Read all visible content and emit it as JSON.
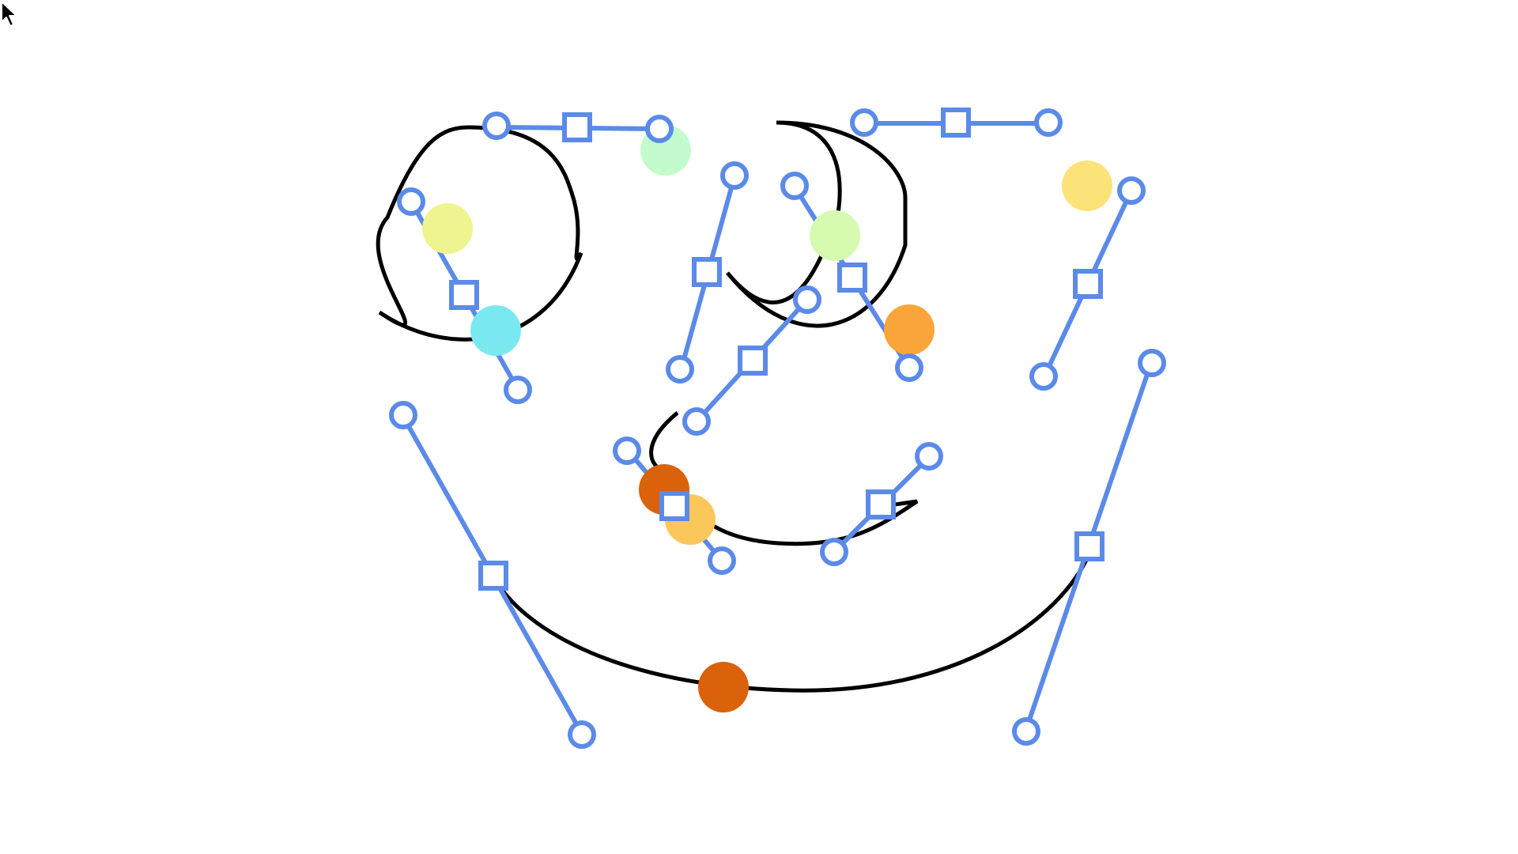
{
  "colors": {
    "background": "#ffffff",
    "path_stroke": "#000000",
    "handle": "#5b8ae8",
    "handle_fill": "#ffffff"
  },
  "shapes": [
    {
      "id": "left-eye",
      "handles": [
        "anchor",
        "handle",
        "handle",
        "anchor",
        "handle",
        "handle",
        "anchor",
        "handle",
        "handle"
      ],
      "dot_colors": [
        "#eef48f",
        "#c3fbcd",
        "#7ae9ef"
      ]
    },
    {
      "id": "right-eye",
      "handles": [
        "anchor",
        "handle",
        "handle",
        "anchor",
        "handle",
        "handle",
        "anchor",
        "handle",
        "handle"
      ],
      "dot_colors": [
        "#d6fbb0",
        "#fbe37a",
        "#f9a53a"
      ]
    },
    {
      "id": "nose",
      "dot_colors": [
        "#d9620a",
        "#fac85a"
      ]
    },
    {
      "id": "mouth",
      "dot_colors": [
        "#d9620a"
      ]
    }
  ],
  "cursor": {
    "icon": "arrow-cursor-icon"
  }
}
